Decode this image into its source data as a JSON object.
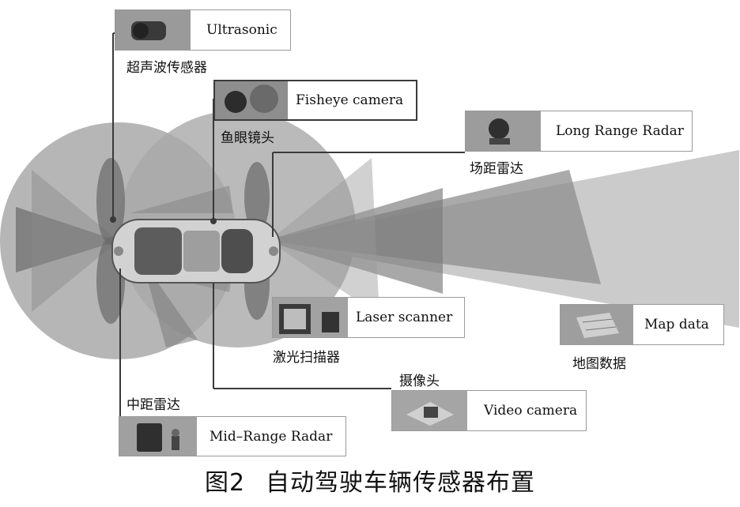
{
  "sensors": {
    "ultrasonic": {
      "en": "Ultrasonic",
      "cn": "超声波传感器"
    },
    "fisheye": {
      "en": "Fisheye camera",
      "cn": "鱼眼镜头"
    },
    "long_range_radar": {
      "en": "Long Range Radar",
      "cn": "场距雷达"
    },
    "laser_scanner": {
      "en": "Laser scanner",
      "cn": "激光扫描器"
    },
    "map_data": {
      "en": "Map data",
      "cn": "地图数据"
    },
    "video_camera": {
      "en": "Video camera",
      "cn": "摄像头"
    },
    "mid_range_radar": {
      "en": "Mid–Range Radar",
      "cn": "中距雷达"
    }
  },
  "caption": {
    "figure_number": "图2",
    "title": "自动驾驶车辆传感器布置"
  },
  "colors": {
    "coverage_gray": "#a6a6a6",
    "beam_dark": "#6e6e6e",
    "car_body": "#d4d4d4",
    "line": "#3a3a3a"
  }
}
